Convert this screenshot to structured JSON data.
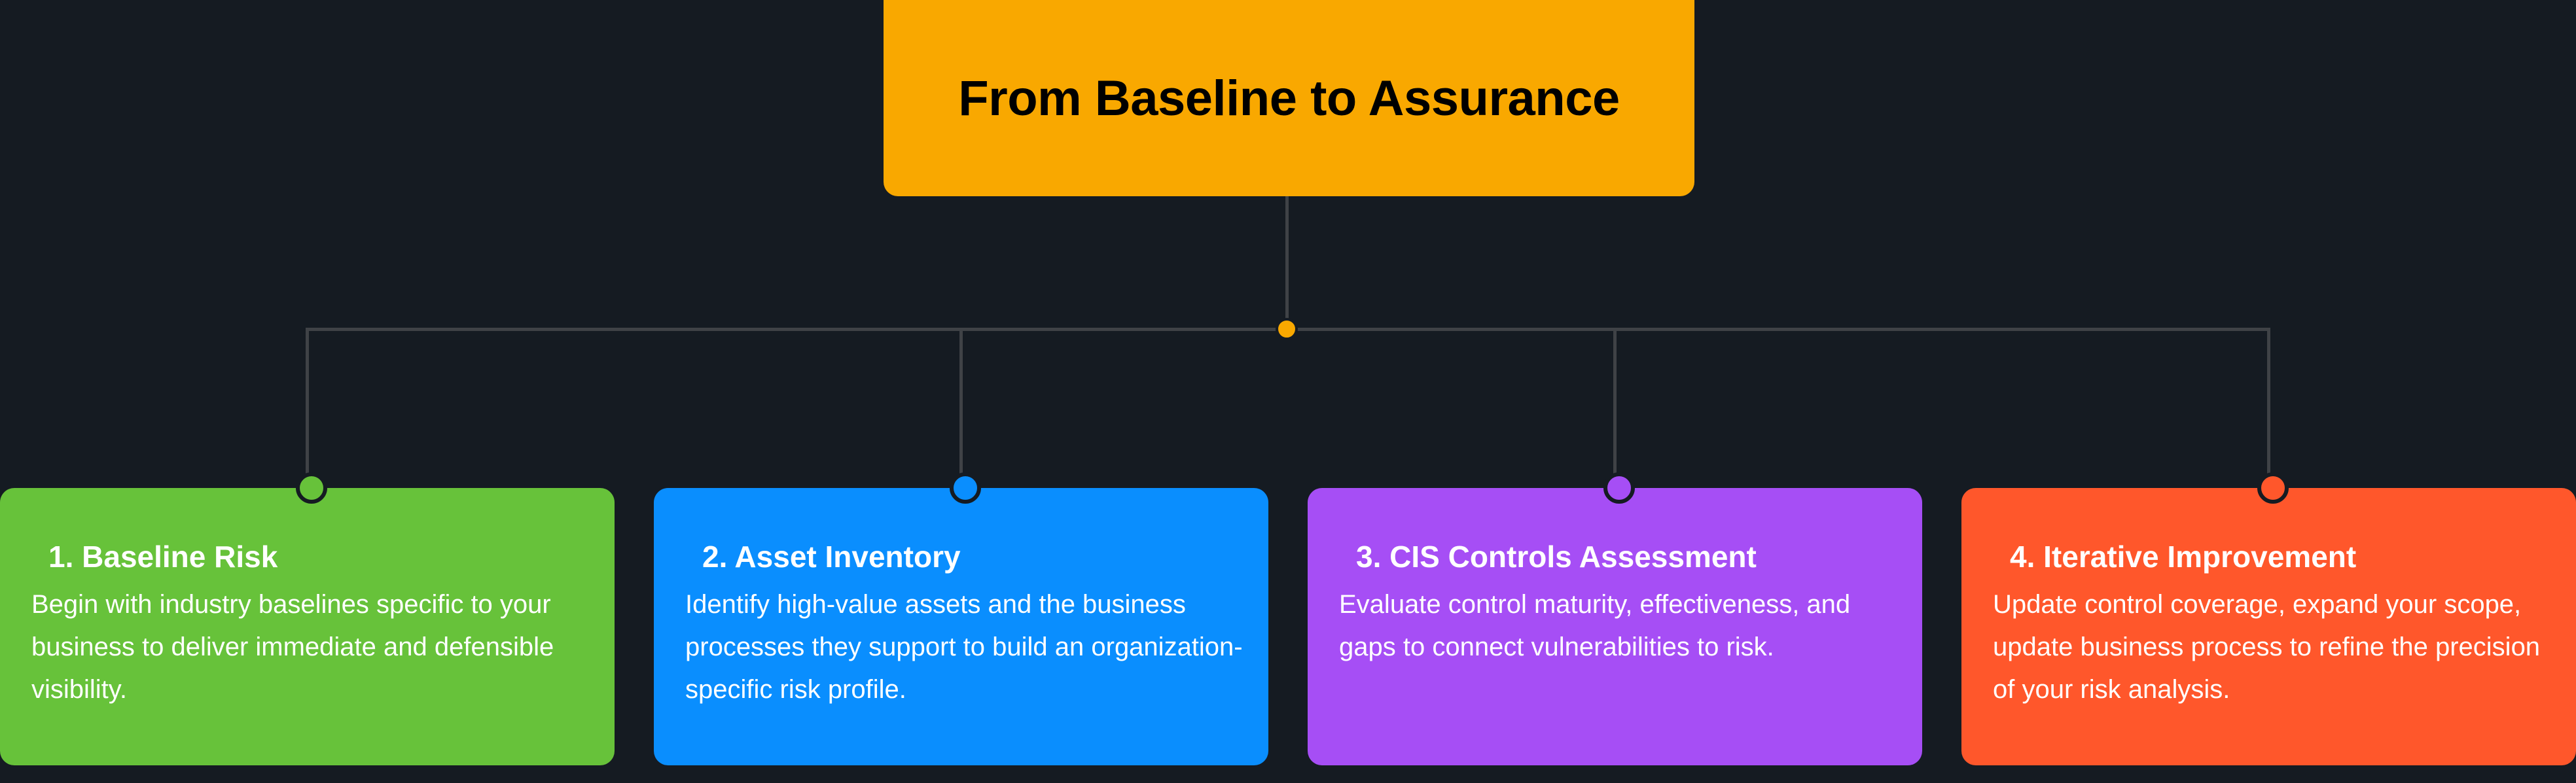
{
  "title": "From Baseline to Assurance",
  "colors": {
    "background": "#151b22",
    "connector": "#3f4246",
    "title": "#f9a800"
  },
  "steps": [
    {
      "title": "1. Baseline Risk",
      "body": "Begin with industry baselines specific to your business to deliver immediate and defensible visibility.",
      "color": "#67c23a"
    },
    {
      "title": "2. Asset Inventory",
      "body": "Identify high-value assets and the business processes they support to build an organization-specific risk profile.",
      "color": "#0a8efe"
    },
    {
      "title": "3. CIS Controls Assessment",
      "body": "Evaluate control maturity, effectiveness, and gaps to connect vulnerabilities to risk.",
      "color": "#a64ef5"
    },
    {
      "title": "4. Iterative Improvement",
      "body": "Update control coverage, expand your scope,  update business process to refine the precision of your risk analysis.",
      "color": "#ff572b"
    }
  ]
}
